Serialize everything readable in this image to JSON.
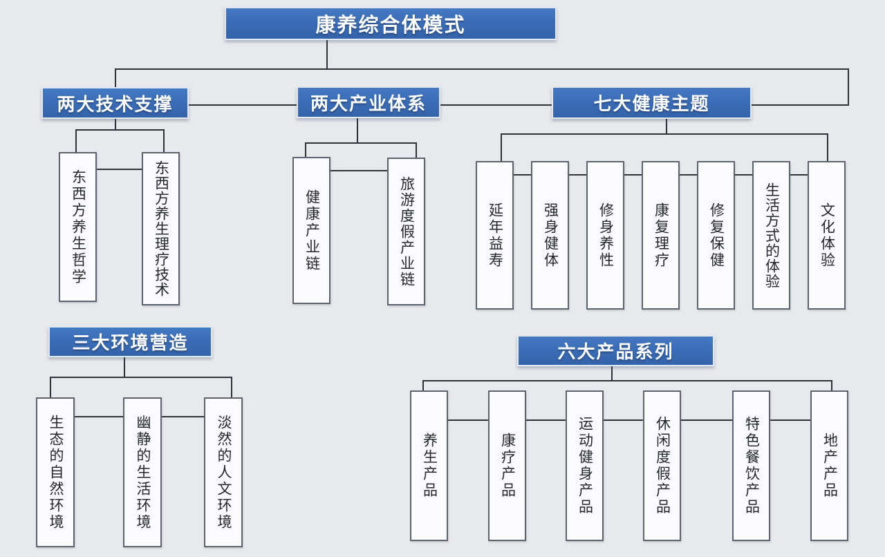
{
  "page": {
    "background": "#e8e9ed",
    "accent_blue": "#3b6db6",
    "box_border": "#5d636c",
    "line_color": "#2e3137"
  },
  "diagram": {
    "root": {
      "label": "康养综合体模式"
    },
    "groups": [
      {
        "id": "tech",
        "label": "两大技术支撑",
        "children": [
          "东西方养生哲学",
          "东西方养生理疗技术"
        ]
      },
      {
        "id": "industry",
        "label": "两大产业体系",
        "children": [
          "健康产业链",
          "旅游度假产业链"
        ]
      },
      {
        "id": "theme",
        "label": "七大健康主题",
        "children": [
          "延年益寿",
          "强身健体",
          "修身养性",
          "康复理疗",
          "修复保健",
          "生活方式的体验",
          "文化体验"
        ]
      },
      {
        "id": "environment",
        "label": "三大环境营造",
        "children": [
          "生态的自然环境",
          "幽静的生活环境",
          "淡然的人文环境"
        ]
      },
      {
        "id": "product",
        "label": "六大产品系列",
        "children": [
          "养生产品",
          "康疗产品",
          "运动健身产品",
          "休闲度假产品",
          "特色餐饮产品",
          "地产产品"
        ]
      }
    ]
  }
}
